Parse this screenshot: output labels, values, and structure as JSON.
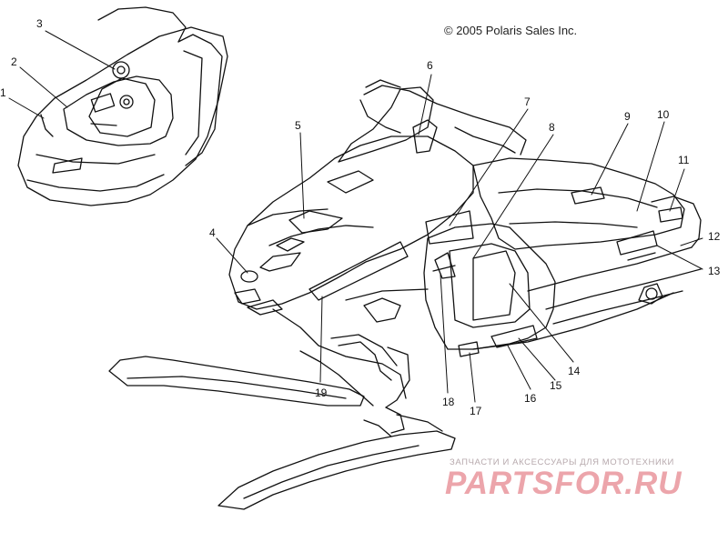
{
  "copyright": "© 2005 Polaris Sales Inc.",
  "callouts": [
    "1",
    "2",
    "3",
    "4",
    "5",
    "6",
    "7",
    "8",
    "9",
    "10",
    "11",
    "12",
    "13",
    "14",
    "15",
    "16",
    "17",
    "18",
    "19"
  ],
  "watermark": {
    "tagline": "ЗАПЧАСТИ И АКСЕССУАРЫ ДЛЯ МОТОТЕХНИКИ",
    "brand": "PARTSFOR.RU"
  },
  "colors": {
    "line": "#111111",
    "watermark_text": "#ea9ca2"
  }
}
